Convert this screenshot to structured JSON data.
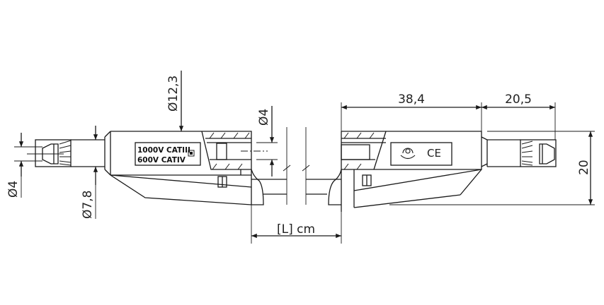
{
  "diagram": {
    "type": "technical-drawing",
    "subject": "safety test lead with 4 mm plugs",
    "colors": {
      "line": "#1a1a1a",
      "background": "#ffffff"
    }
  },
  "dimensions": {
    "plug_left_diameter": "Ø4",
    "sleeve_diameter": "Ø7,8",
    "body_diameter": "Ø12,3",
    "socket_diameter": "Ø4",
    "cable_length": "[L] cm",
    "body_length": "38,4",
    "plug_length": "20,5",
    "height": "20"
  },
  "labels": {
    "rating_line1": "1000V CATIII",
    "rating_line2": "600V CATIV",
    "approval_marks": [
      "recycling-mark-icon",
      "ce-mark-icon"
    ],
    "ce_text": "CE"
  }
}
